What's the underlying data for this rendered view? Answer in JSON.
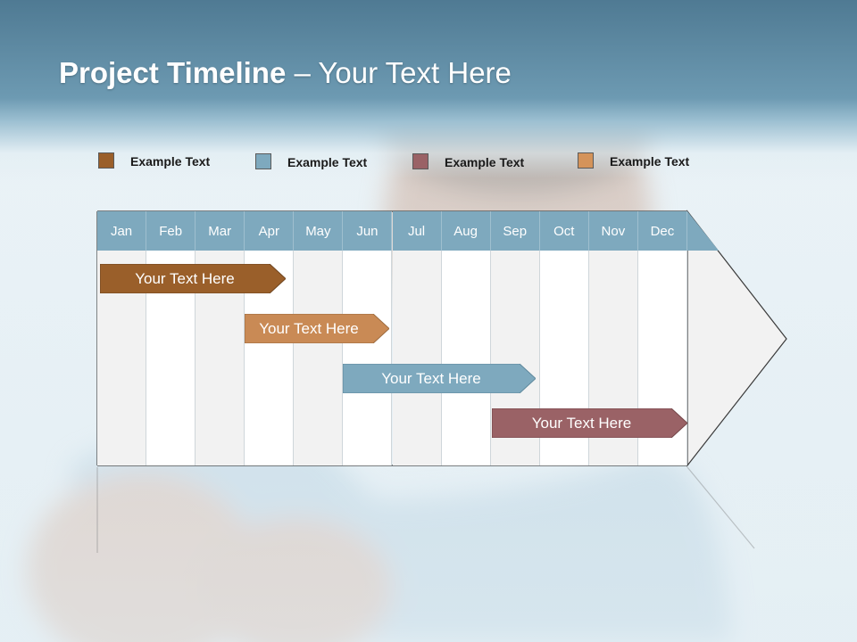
{
  "title": {
    "bold": "Project Timeline",
    "rest": " – Your Text Here"
  },
  "legend": [
    {
      "label": "Example Text",
      "color": "#9a5f2a"
    },
    {
      "label": "Example Text",
      "color": "#7ea9be"
    },
    {
      "label": "Example Text",
      "color": "#9a6266"
    },
    {
      "label": "Example Text",
      "color": "#d4935a"
    }
  ],
  "months": [
    "Jan",
    "Feb",
    "Mar",
    "Apr",
    "May",
    "Jun",
    "Jul",
    "Aug",
    "Sep",
    "Oct",
    "Nov",
    "Dec"
  ],
  "bars": [
    {
      "label": "Your  Text Here",
      "color": "#9a5f2a",
      "start_month": "Jan",
      "end_month": "Apr"
    },
    {
      "label": "Your  Text Here",
      "color": "#c98a55",
      "start_month": "Apr",
      "end_month": "Jun"
    },
    {
      "label": "Your  Text Here",
      "color": "#7ea9be",
      "start_month": "Jun",
      "end_month": "Sep"
    },
    {
      "label": "Your  Text Here",
      "color": "#9a6266",
      "start_month": "Sep",
      "end_month": "Dec"
    }
  ],
  "colors": {
    "header": "#5d879f",
    "month_header": "#7ea9be",
    "grid_odd": "#f2f2f2",
    "grid_even": "#ffffff"
  }
}
